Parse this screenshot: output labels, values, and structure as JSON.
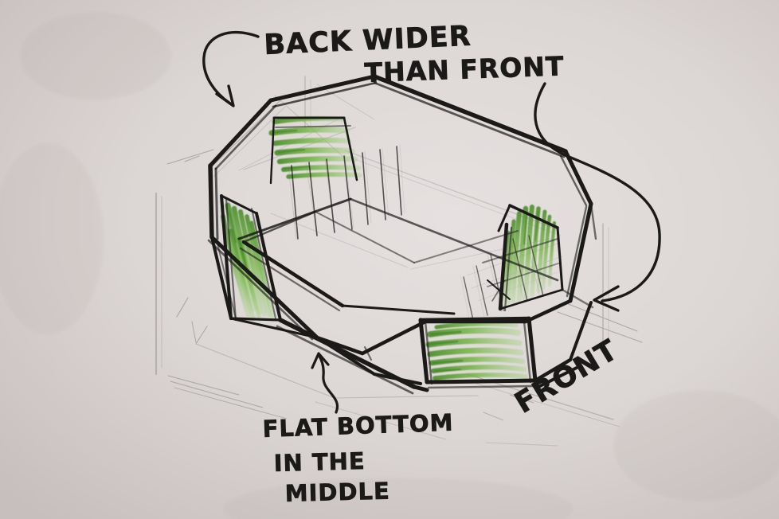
{
  "scene": {
    "medium": "whiteboard-marker-sketch",
    "subject": "octagonal trough / tub shown in three-quarter perspective",
    "board_color": "#d9d3d1",
    "board_highlight": "#e5e0df",
    "board_shadow": "#c9c2c0",
    "ink_color": "#1b1a19",
    "ghost_ink_color": "#8d8886",
    "green_color": "#6fb23f",
    "green_dark": "#4f9130",
    "green_light": "#a9d48a"
  },
  "annotations": {
    "back_wider": {
      "line1": "BACK WIDER",
      "line2": "THAN FRONT"
    },
    "front": {
      "label": "FRONT"
    },
    "flat_bottom": {
      "line1": "FLAT BOTTOM",
      "line2": "IN THE",
      "line3": "MIDDLE"
    }
  },
  "arrows": [
    {
      "name": "arrow-to-back-edge",
      "description": "hooked arrow curving left and down from the BACK WIDER caption to the rear top corner of the trough"
    },
    {
      "name": "arrow-to-front-face",
      "description": "long S-curve sweeping right then down from the THAN FRONT caption to the front-right face of the trough"
    },
    {
      "name": "arrow-to-flat-bottom",
      "description": "small squiggle arrow pointing up from the FLAT BOTTOM caption to the lower front edge"
    }
  ],
  "panels": [
    {
      "name": "back-wall-panel",
      "hatch": "horizontal",
      "strokes": 7
    },
    {
      "name": "left-wall-panel",
      "hatch": "diagonal",
      "strokes": 8
    },
    {
      "name": "right-wall-panel",
      "hatch": "diagonal",
      "strokes": 9
    },
    {
      "name": "front-wall-panel",
      "hatch": "horizontal",
      "strokes": 7
    }
  ]
}
